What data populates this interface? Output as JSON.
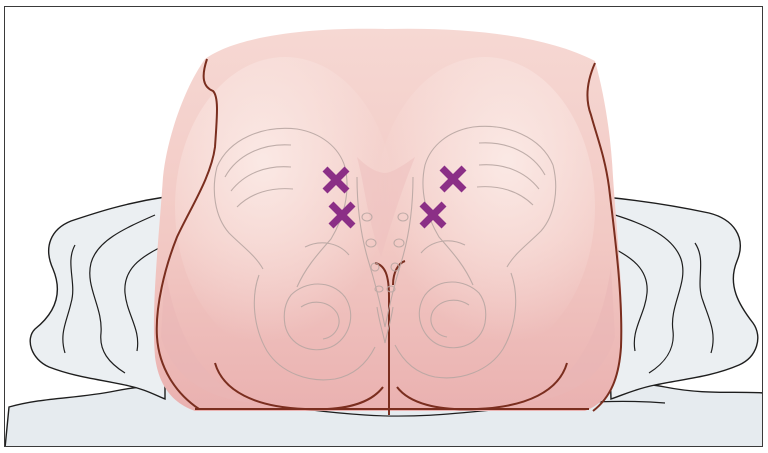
{
  "illustration": {
    "subject": "posterior-pelvis-injection-sites",
    "colors": {
      "skin_light": "#f9e1dc",
      "skin_mid": "#f0c2bd",
      "skin_shadow": "#e3a3a3",
      "outline": "#7a2e1f",
      "bone_line": "#b9a7a3",
      "drape_fill": "#e6ebef",
      "drape_line": "#1e1e1e",
      "marker": "#8b2f86"
    },
    "markers": [
      {
        "name": "injection-site-left-upper"
      },
      {
        "name": "injection-site-left-lower"
      },
      {
        "name": "injection-site-right-upper"
      },
      {
        "name": "injection-site-right-lower"
      }
    ]
  }
}
